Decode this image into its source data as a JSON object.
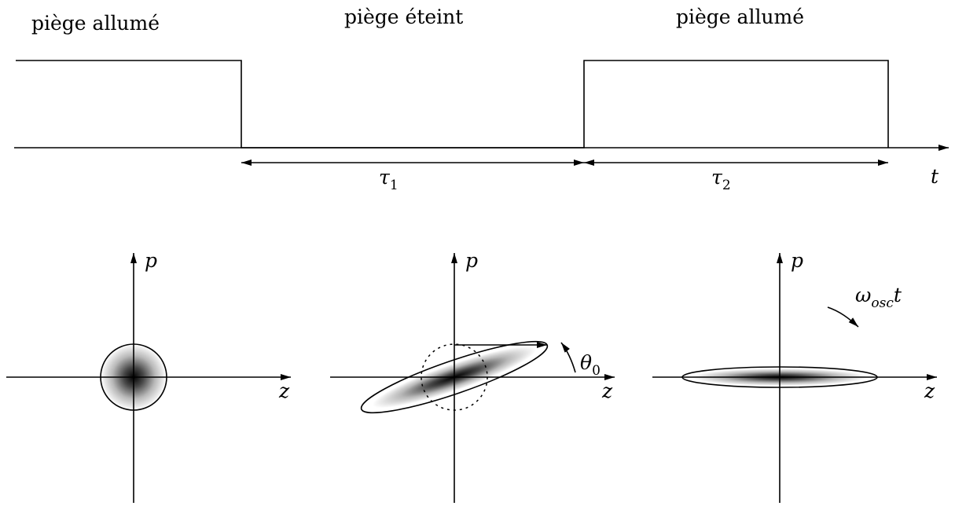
{
  "timeline": {
    "phase_labels": {
      "first": "piège allumé",
      "second": "piège éteint",
      "third": "piège allumé"
    },
    "time_axis_label": "t",
    "interval_1": {
      "symbol": "τ",
      "subscript": "1"
    },
    "interval_2": {
      "symbol": "τ",
      "subscript": "2"
    }
  },
  "phase_space": {
    "panels": [
      {
        "y_axis": "p",
        "x_axis": "z"
      },
      {
        "y_axis": "p",
        "x_axis": "z",
        "angle": {
          "symbol": "θ",
          "subscript": "0"
        }
      },
      {
        "y_axis": "p",
        "x_axis": "z",
        "rotation": {
          "symbol": "ω",
          "subscript": "osc",
          "suffix": "t"
        }
      }
    ]
  }
}
